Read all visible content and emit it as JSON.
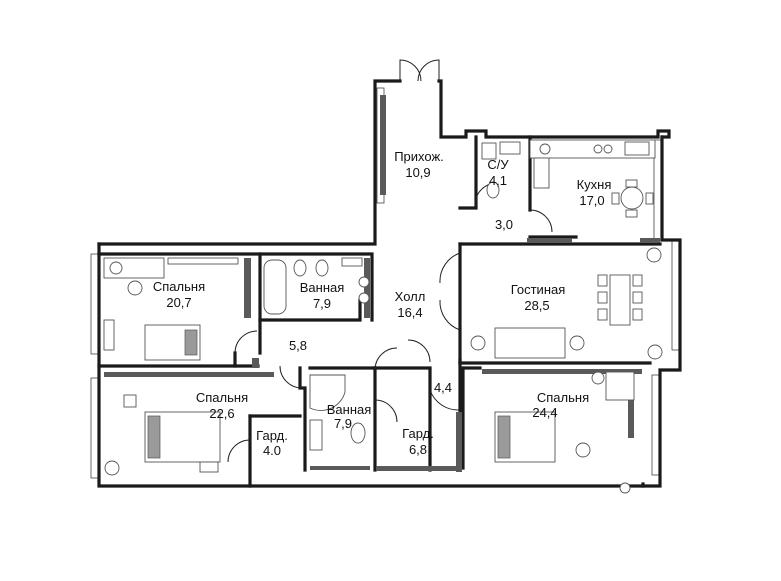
{
  "rooms": [
    {
      "name": "Прихож.",
      "area": "10,9"
    },
    {
      "name": "С/У",
      "area": "4,1"
    },
    {
      "name": "Кухня",
      "area": "17,0"
    },
    {
      "name": "",
      "area": "3,0"
    },
    {
      "name": "Спальня",
      "area": "20,7"
    },
    {
      "name": "Ванная",
      "area": "7,9"
    },
    {
      "name": "Холл",
      "area": "16,4"
    },
    {
      "name": "Гостиная",
      "area": "28,5"
    },
    {
      "name": "",
      "area": "5,8"
    },
    {
      "name": "",
      "area": "4,4"
    },
    {
      "name": "Спальня",
      "area": "22,6"
    },
    {
      "name": "Ванная",
      "area": "7,9"
    },
    {
      "name": "Спальня",
      "area": "24,4"
    },
    {
      "name": "Гард.",
      "area": "4.0"
    },
    {
      "name": "Гард.",
      "area": "6,8"
    }
  ],
  "colors": {
    "wall": "#1a1a1a",
    "hatch": "#5a5a5a",
    "background": "#ffffff"
  }
}
